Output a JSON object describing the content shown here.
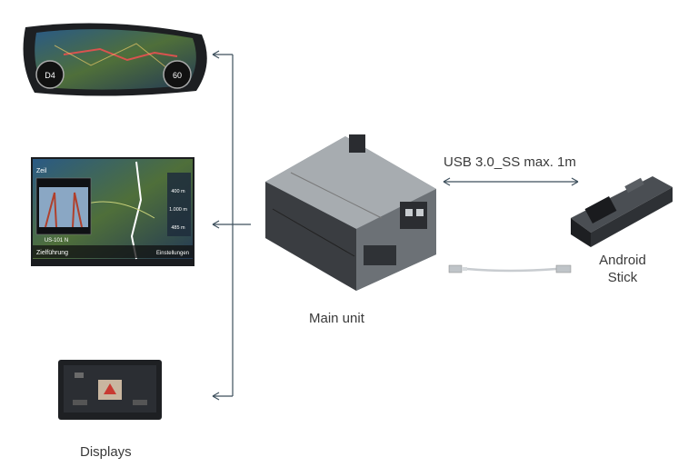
{
  "labels": {
    "main_unit": "Main unit",
    "displays": "Displays",
    "usb": "USB 3.0_SS max. 1m",
    "android_line1": "Android",
    "android_line2": "Stick"
  },
  "cluster": {
    "left_gauge": "D4",
    "right_gauge": "60"
  },
  "infotainment": {
    "top_left": "Zeil",
    "destination": "Zielführung",
    "dist1": "400 m",
    "dist2": "1.000 m",
    "dist3": "485 m",
    "bottom_right": "Einstellungen",
    "route": "US-101 N"
  },
  "colors": {
    "line": "#3d4f5c",
    "device_dark": "#2e3135",
    "device_metal": "#8a8f94",
    "map_green": "#7c9a4e",
    "map_blue": "#2f5f88"
  }
}
